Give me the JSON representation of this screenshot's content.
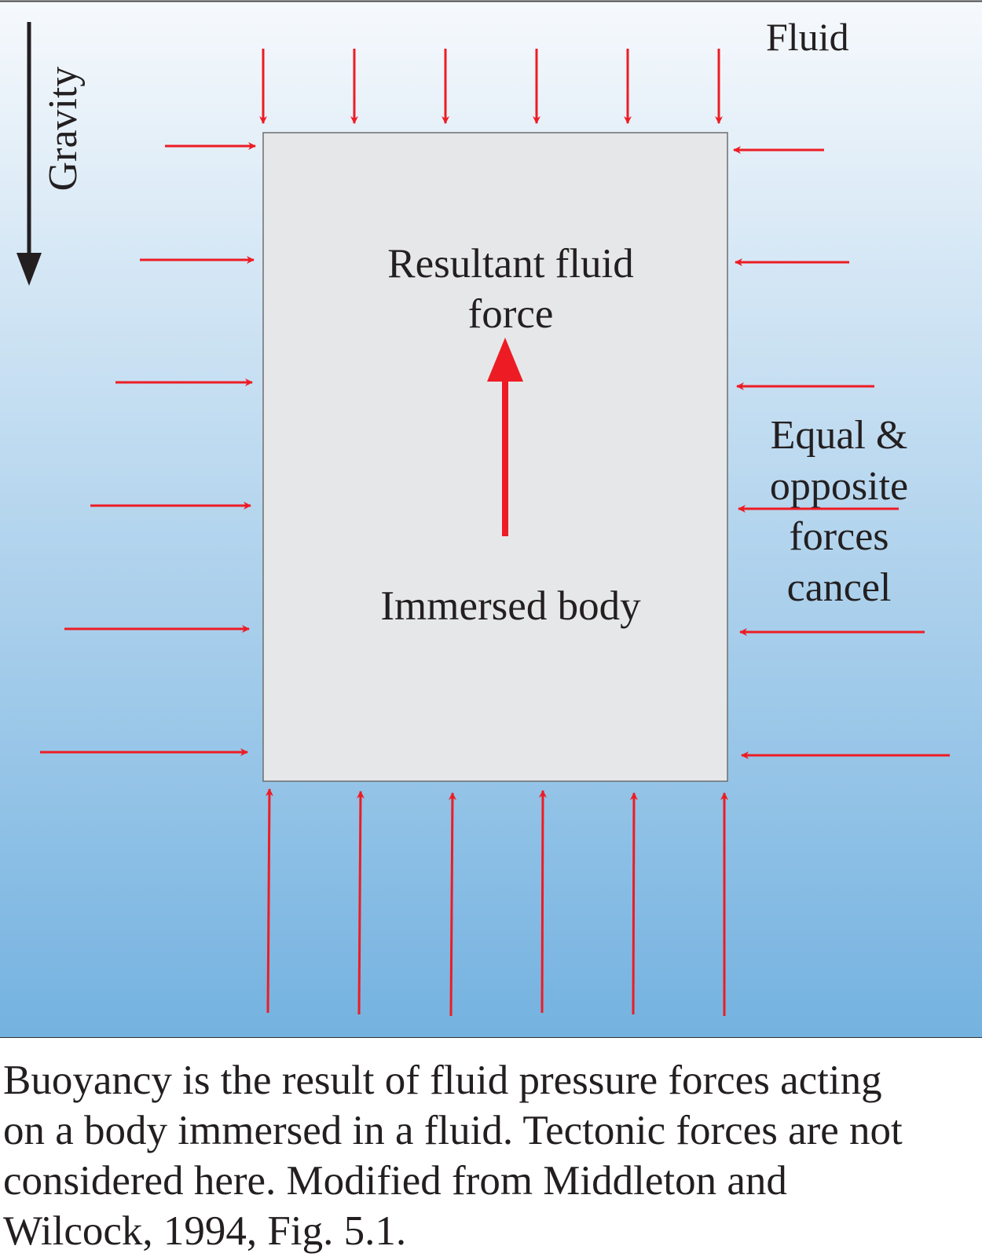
{
  "labels": {
    "gravity": "Gravity",
    "fluid": "Fluid",
    "resultant_line1": "Resultant fluid",
    "resultant_line2": "force",
    "immersed_body": "Immersed body",
    "equal_line1": "Equal &",
    "equal_line2": "opposite",
    "equal_line3": "forces",
    "equal_line4": "cancel"
  },
  "caption": {
    "lines": [
      "Buoyancy is the result of fluid pressure forces acting",
      "on a body immersed in a fluid. Tectonic forces are not",
      "considered here. Modified from Middleton and",
      "Wilcock, 1994, Fig. 5.1."
    ]
  },
  "colors": {
    "fluid_top": "#f6f9fc",
    "fluid_bottom": "#74b2e0",
    "body_fill": "#e6e7e8",
    "force_arrow": "#ed1c24",
    "gravity_arrow": "#231f20",
    "text": "#231f20"
  },
  "forces": {
    "top_arrow_count": 6,
    "bottom_arrow_count": 6,
    "left_arrow_count": 6,
    "right_arrow_count": 6,
    "side_arrow_length_increases_with_depth": true,
    "bottom_arrows_longer_than_top": true
  }
}
